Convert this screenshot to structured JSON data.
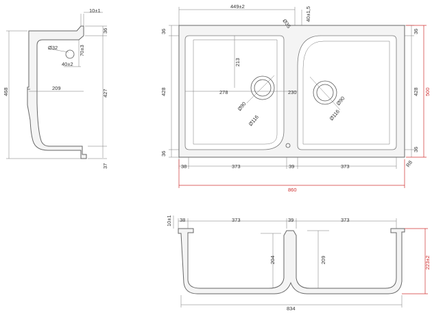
{
  "side_view": {
    "rim_10": "10±1",
    "top_36": "36",
    "dia_32": "Ø32",
    "d70": "70±3",
    "d40": "40±2",
    "width_209": "209",
    "height_468": "468",
    "height_427": "427",
    "bottom_37": "37"
  },
  "top_view": {
    "width_449": "449±2",
    "rim_40": "40±1,5",
    "dia_35": "Ø35",
    "left_36_top": "36",
    "right_36_top": "36",
    "left_428": "428",
    "right_428": "428",
    "left_36_bottom": "36",
    "right_36_bottom": "36",
    "d213": "213",
    "d278": "278",
    "d230": "230",
    "dia_90_left": "Ø90",
    "dia_116_left": "Ø116",
    "dia_90_right": "Ø90",
    "dia_116_right": "Ø116",
    "b38": "38",
    "b373_left": "373",
    "b39": "39",
    "b373_right": "373",
    "overall_860": "860",
    "overall_500": "500",
    "corner_r8": "R8"
  },
  "front_view": {
    "rim_10": "10±1",
    "t38": "38",
    "t373_left": "373",
    "t39": "39",
    "t373_right": "373",
    "depth_204": "204",
    "depth_209": "209",
    "depth_223": "223±2",
    "overall_834": "834"
  },
  "colors": {
    "line": "#555555",
    "dimension_red": "#d03030",
    "fill": "#f4f4f4"
  }
}
